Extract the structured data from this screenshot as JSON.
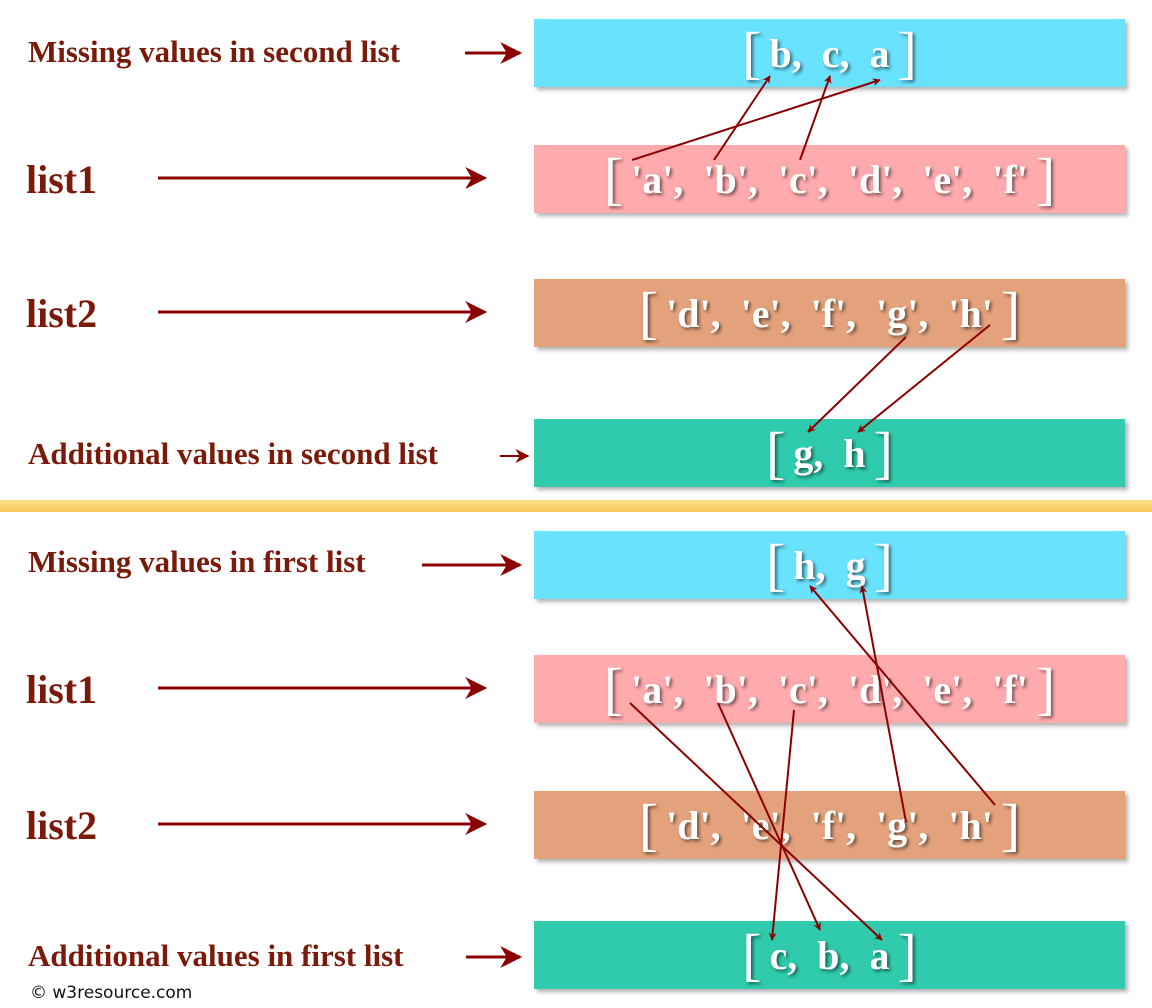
{
  "top": {
    "missing_label": "Missing values in second list",
    "list1_label": "list1",
    "list2_label": "list2",
    "additional_label": "Additional values in second list",
    "missing_box": "b,  c,  a",
    "list1_box": "'a',  'b',  'c',  'd',  'e',  'f'",
    "list2_box": "'d',  'e',  'f',  'g',  'h'",
    "additional_box": "g,  h"
  },
  "bottom": {
    "missing_label": "Missing values in first list",
    "list1_label": "list1",
    "list2_label": "list2",
    "additional_label": "Additional values in first list",
    "missing_box": "h,  g",
    "list1_box": "'a',  'b',  'c',  'd',  'e',  'f'",
    "list2_box": "'d',  'e',  'f',  'g',  'h'",
    "additional_box": "c,  b,  a"
  },
  "brackets": {
    "open": "[",
    "close": "]"
  },
  "copyright": "© w3resource.com",
  "colors": {
    "label": "#7a1a0a",
    "arrow": "#8b0000",
    "missing_box": "#69e2fd",
    "list1_box": "#ffabae",
    "list2_box": "#e4a27c",
    "additional_box": "#2fcbac",
    "divider": "#f5c857"
  }
}
